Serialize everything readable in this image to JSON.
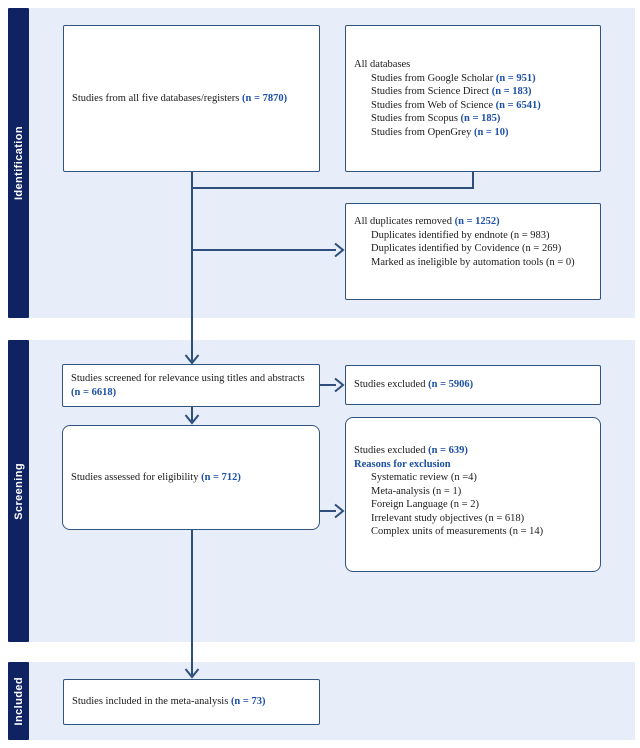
{
  "diagram_title": "PRISMA study selection flow diagram",
  "sidebar": {
    "identification": "Identification",
    "screening": "Screening",
    "included": "Included"
  },
  "colors": {
    "sidebar_navy": "#0f2363",
    "band_blue": "#e7eef9",
    "box_border": "#31547f",
    "connector": "#2e4f7c",
    "accent_blue": "#1d50a5",
    "text": "#1b1b1b"
  },
  "boxes": {
    "databases_total": {
      "lines": [
        {
          "runs": [
            {
              "t": "Studies from all five databases/registers "
            },
            {
              "t": "(n = 7870)",
              "b": true
            }
          ]
        }
      ]
    },
    "databases_breakdown": {
      "lines": [
        {
          "runs": [
            {
              "t": "All databases"
            }
          ]
        },
        {
          "indent": true,
          "runs": [
            {
              "t": "Studies from Google Scholar "
            },
            {
              "t": "(n = 951)",
              "b": true
            }
          ]
        },
        {
          "indent": true,
          "runs": [
            {
              "t": "Studies from Science Direct "
            },
            {
              "t": "(n = 183)",
              "b": true
            }
          ]
        },
        {
          "indent": true,
          "runs": [
            {
              "t": "Studies from Web of Science "
            },
            {
              "t": "(n = 6541)",
              "b": true
            }
          ]
        },
        {
          "indent": true,
          "runs": [
            {
              "t": "Studies from Scopus "
            },
            {
              "t": "(n = 185)",
              "b": true
            }
          ]
        },
        {
          "indent": true,
          "runs": [
            {
              "t": "Studies from OpenGrey "
            },
            {
              "t": "(n = 10)",
              "b": true
            }
          ]
        }
      ]
    },
    "duplicates_removed": {
      "lines": [
        {
          "runs": [
            {
              "t": "All duplicates removed "
            },
            {
              "t": "(n = 1252)",
              "b": true
            }
          ]
        },
        {
          "indent": true,
          "runs": [
            {
              "t": "Duplicates identified by endnote (n = 983)"
            }
          ]
        },
        {
          "indent": true,
          "runs": [
            {
              "t": "Duplicates identified by Covidence (n = 269)"
            }
          ]
        },
        {
          "indent": true,
          "runs": [
            {
              "t": "Marked as ineligible by automation tools (n = 0)"
            }
          ]
        }
      ]
    },
    "screened": {
      "lines": [
        {
          "runs": [
            {
              "t": "Studies screened for relevance using titles and abstracts "
            },
            {
              "t": "(n = 6618)",
              "b": true
            }
          ]
        }
      ]
    },
    "excluded_titles": {
      "lines": [
        {
          "runs": [
            {
              "t": "Studies excluded "
            },
            {
              "t": "(n = 5906)",
              "b": true
            }
          ]
        }
      ]
    },
    "eligibility": {
      "lines": [
        {
          "runs": [
            {
              "t": "Studies assessed for eligibility "
            },
            {
              "t": "(n = 712)",
              "b": true
            }
          ]
        }
      ]
    },
    "excluded_reasons": {
      "lines": [
        {
          "runs": [
            {
              "t": "Studies excluded "
            },
            {
              "t": "(n = 639)",
              "b": true
            }
          ]
        },
        {
          "runs": [
            {
              "t": "Reasons for exclusion",
              "b": true
            }
          ]
        },
        {
          "indent": true,
          "runs": [
            {
              "t": "Systematic review (n =4)"
            }
          ]
        },
        {
          "indent": true,
          "runs": [
            {
              "t": "Meta-analysis (n = 1)"
            }
          ]
        },
        {
          "indent": true,
          "runs": [
            {
              "t": "Foreign Language (n = 2)"
            }
          ]
        },
        {
          "indent": true,
          "runs": [
            {
              "t": "Irrelevant study objectives (n = 618)"
            }
          ]
        },
        {
          "indent": true,
          "runs": [
            {
              "t": "Complex units of measurements (n = 14)"
            }
          ]
        }
      ]
    },
    "included": {
      "lines": [
        {
          "runs": [
            {
              "t": "Studies included in the meta-analysis "
            },
            {
              "t": "(n = 73)",
              "b": true
            }
          ]
        }
      ]
    }
  }
}
